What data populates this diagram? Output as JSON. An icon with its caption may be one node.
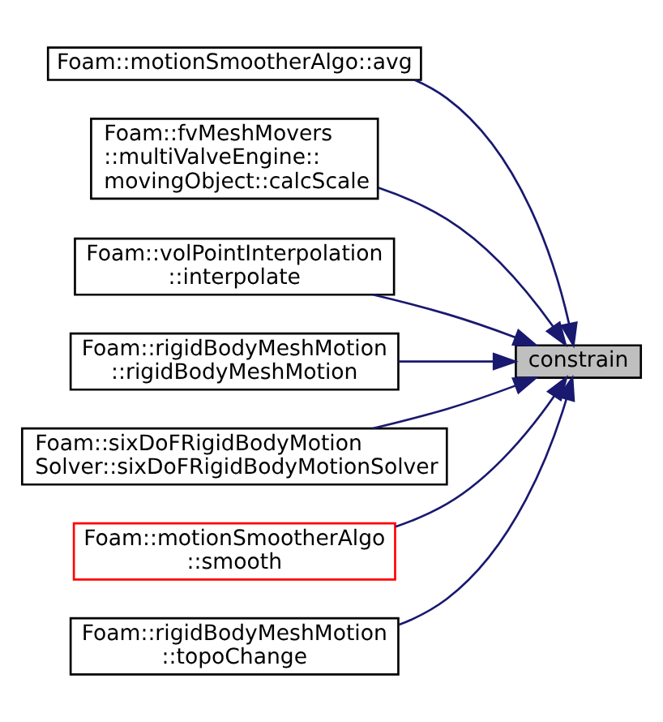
{
  "diagram": {
    "nodes": [
      {
        "text": [
          "Foam::motionSmootherAlgo::avg"
        ]
      },
      {
        "text": [
          "Foam::fvMeshMovers ::multiValveEngine:: movingObject::calcScale"
        ]
      },
      {
        "text": [
          "Foam::volPointInterpolation ::interpolate"
        ]
      },
      {
        "text": [
          "Foam::rigidBodyMeshMotion ::rigidBodyMeshMotion"
        ]
      },
      {
        "text": [
          "constrain"
        ]
      },
      {
        "text": [
          "Foam::sixDoFRigidBodyMotion Solver::sixDoFRigidBodyMotionSolver"
        ]
      },
      {
        "text": [
          "Foam::motionSmootherAlgo ::smooth"
        ]
      },
      {
        "text": [
          "Foam::rigidBodyMeshMotion ::topoChange"
        ]
      }
    ],
    "edges": [
      {
        "from": 0,
        "to": 4,
        "arrow": "to"
      },
      {
        "from": 1,
        "to": 4,
        "arrow": "to"
      },
      {
        "from": 2,
        "to": 4,
        "arrow": "to"
      },
      {
        "from": 3,
        "to": 4,
        "arrow": "to"
      },
      {
        "from": 5,
        "to": 4,
        "arrow": "to"
      },
      {
        "from": 6,
        "to": 4,
        "arrow": "to"
      },
      {
        "from": 7,
        "to": 4,
        "arrow": "to"
      }
    ]
  }
}
